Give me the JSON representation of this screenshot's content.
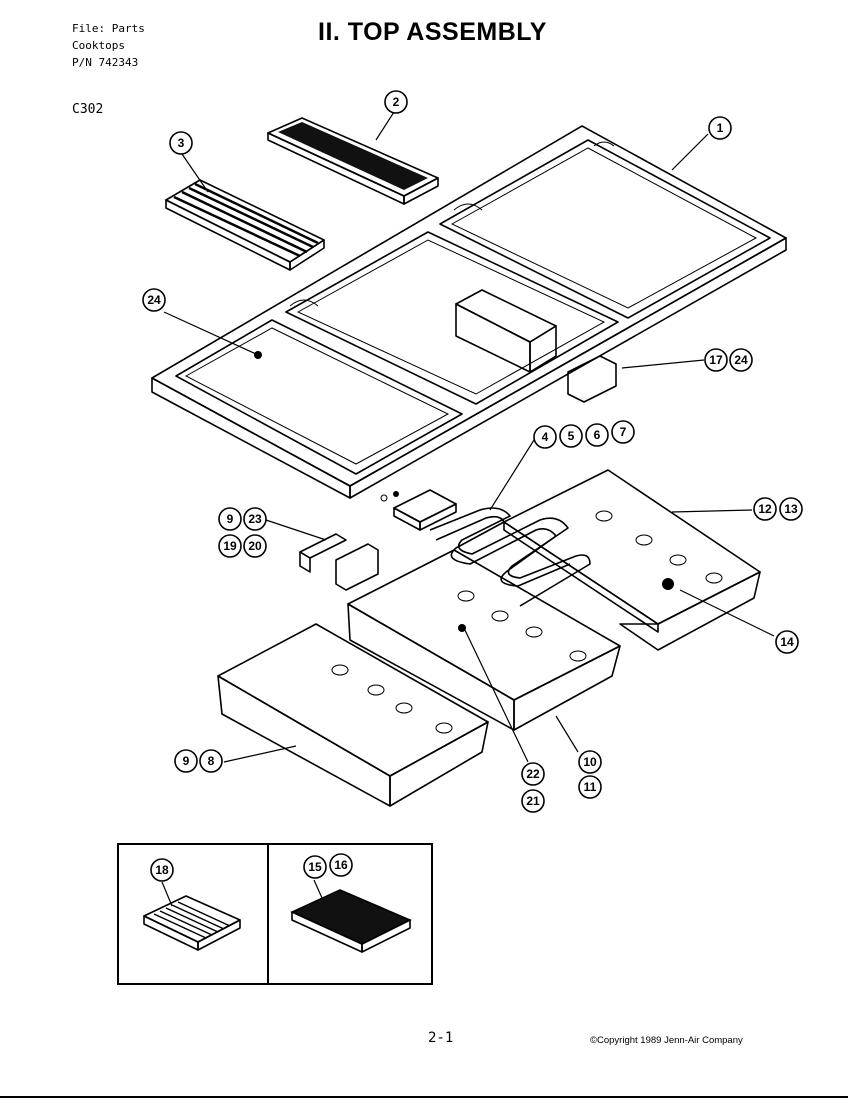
{
  "header": {
    "file_line": "File:  Parts",
    "category_line": "Cooktops",
    "pn_line": "P/N 742343",
    "model": "C302",
    "title": "II. TOP ASSEMBLY"
  },
  "callouts": {
    "c1": "1",
    "c2": "2",
    "c3": "3",
    "c24a": "24",
    "c17": "17",
    "c24b": "24",
    "c4": "4",
    "c5": "5",
    "c6": "6",
    "c7": "7",
    "c9a": "9",
    "c23": "23",
    "c19": "19",
    "c20": "20",
    "c12": "12",
    "c13": "13",
    "c14": "14",
    "c9b": "9",
    "c8": "8",
    "c22": "22",
    "c21": "21",
    "c10": "10",
    "c11": "11",
    "c18": "18",
    "c15": "15",
    "c16": "16"
  },
  "footer": {
    "page": "2-1",
    "copyright": "©Copyright 1989 Jenn-Air Company"
  }
}
